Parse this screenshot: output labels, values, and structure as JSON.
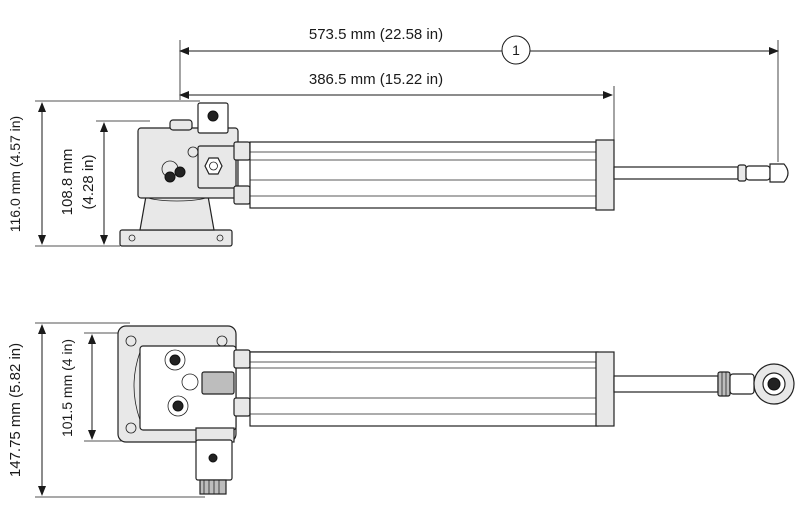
{
  "dimensions": {
    "overall_length": "573.5 mm (22.58 in)",
    "body_length": "386.5 mm (15.22 in)",
    "side_total_height": "116.0 mm (4.57 in)",
    "side_height_line1": "108.8 mm",
    "side_height_line2": "(4.28 in)",
    "top_total_height": "147.75 mm (5.82 in)",
    "top_width": "101.5 mm (4 in)"
  },
  "callout": "1",
  "colors": {
    "line": "#1a1a1a",
    "fill_light": "#e8e8e8",
    "fill_mid": "#bdbdbd",
    "fill_dark": "#222222"
  }
}
